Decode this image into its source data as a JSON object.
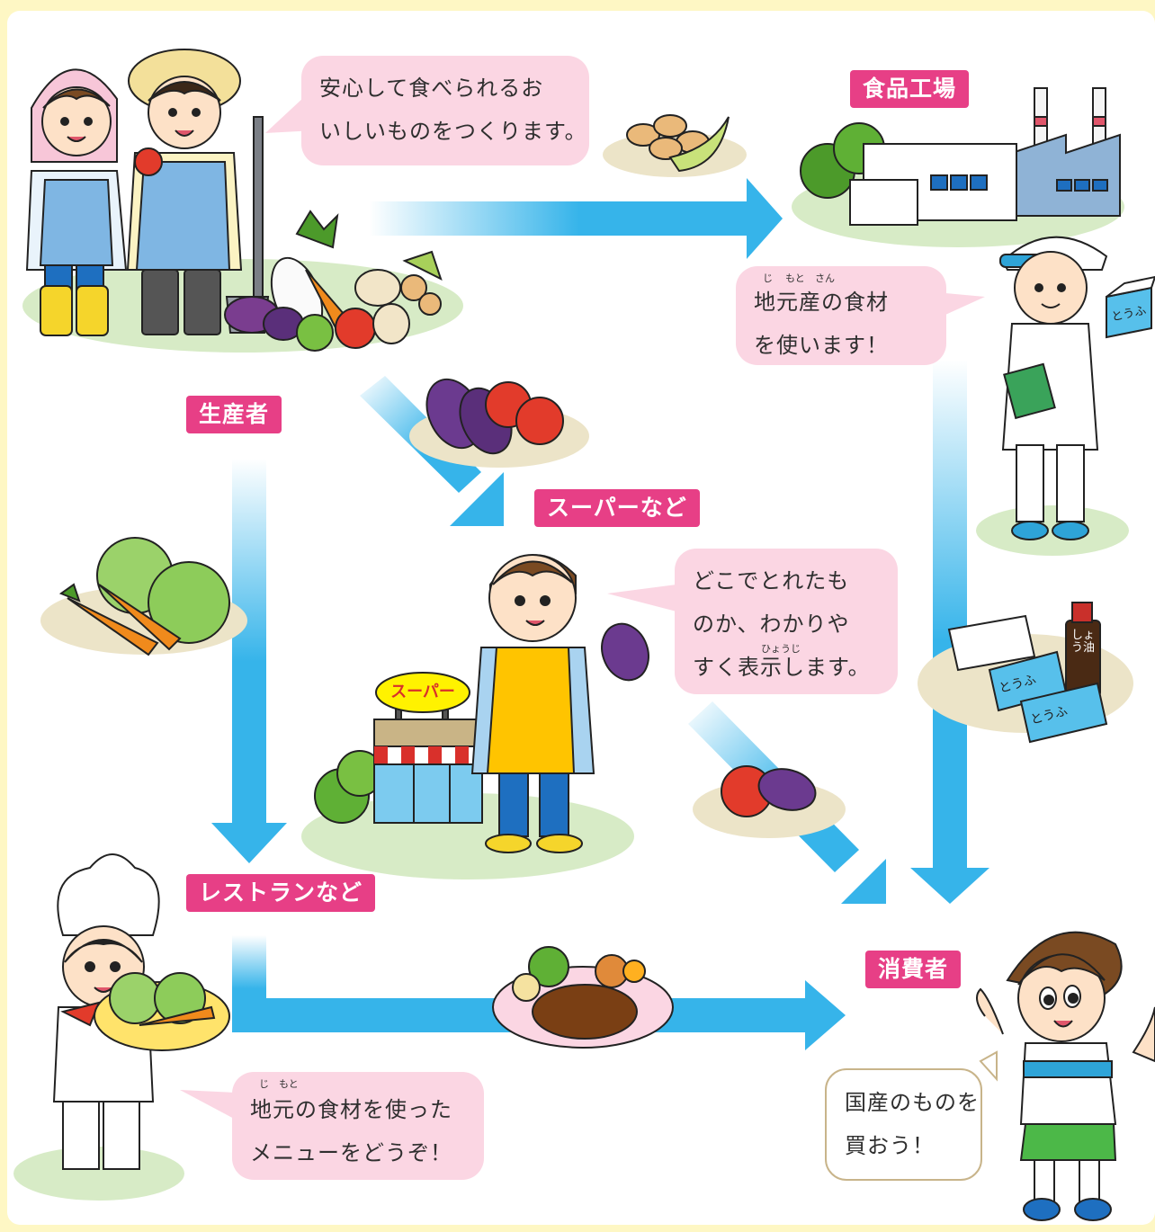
{
  "roles": {
    "producer": "生産者",
    "factory": "食品工場",
    "supermarket": "スーパーなど",
    "restaurant": "レストランなど",
    "consumer": "消費者"
  },
  "bubbles": {
    "producer": [
      "安心して食べられるお",
      "いしいものをつくります。"
    ],
    "factory": [
      "地元産の食材",
      "を使います！"
    ],
    "factory_ruby": [
      "じ",
      "もと",
      "さん"
    ],
    "supermarket": [
      "どこでとれたも",
      "のか、わかりや",
      "すく表示します。"
    ],
    "supermarket_ruby": "ひょうじ",
    "restaurant": [
      "地元の食材を使った",
      "メニューをどうぞ！"
    ],
    "restaurant_ruby": [
      "じ",
      "もと"
    ],
    "consumer": [
      "国産のものを",
      "買おう！"
    ]
  },
  "signs": {
    "supermarket_sign": "スーパー",
    "tofu_pack": "とうふ",
    "soy_sauce": "しょう油"
  },
  "colors": {
    "arrow": "#36b4ea",
    "label_bg": "#e73f86",
    "bubble_bg": "#fbd6e3",
    "frame": "#fef7c4"
  }
}
